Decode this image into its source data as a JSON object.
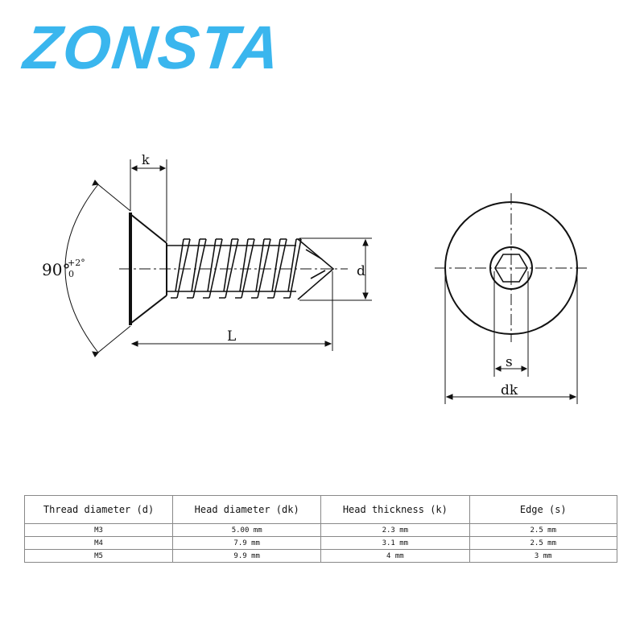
{
  "brand": {
    "logo_text": "ZONSTA",
    "color": "#3ab6ee"
  },
  "drawing": {
    "label_k": "k",
    "label_angle": "90°",
    "label_tol_upper": "+2°",
    "label_tol_lower": "0",
    "label_L": "L",
    "label_d": "d",
    "label_s": "s",
    "label_dk": "dk"
  },
  "table": {
    "headers": [
      "Thread diameter (d)",
      "Head diameter (dk)",
      "Head thickness (k)",
      "Edge (s)"
    ],
    "rows": [
      [
        "M3",
        "5.00 mm",
        "2.3 mm",
        "2.5 mm"
      ],
      [
        "M4",
        "7.9 mm",
        "3.1 mm",
        "2.5 mm"
      ],
      [
        "M5",
        "9.9 mm",
        "4 mm",
        "3 mm"
      ]
    ]
  }
}
